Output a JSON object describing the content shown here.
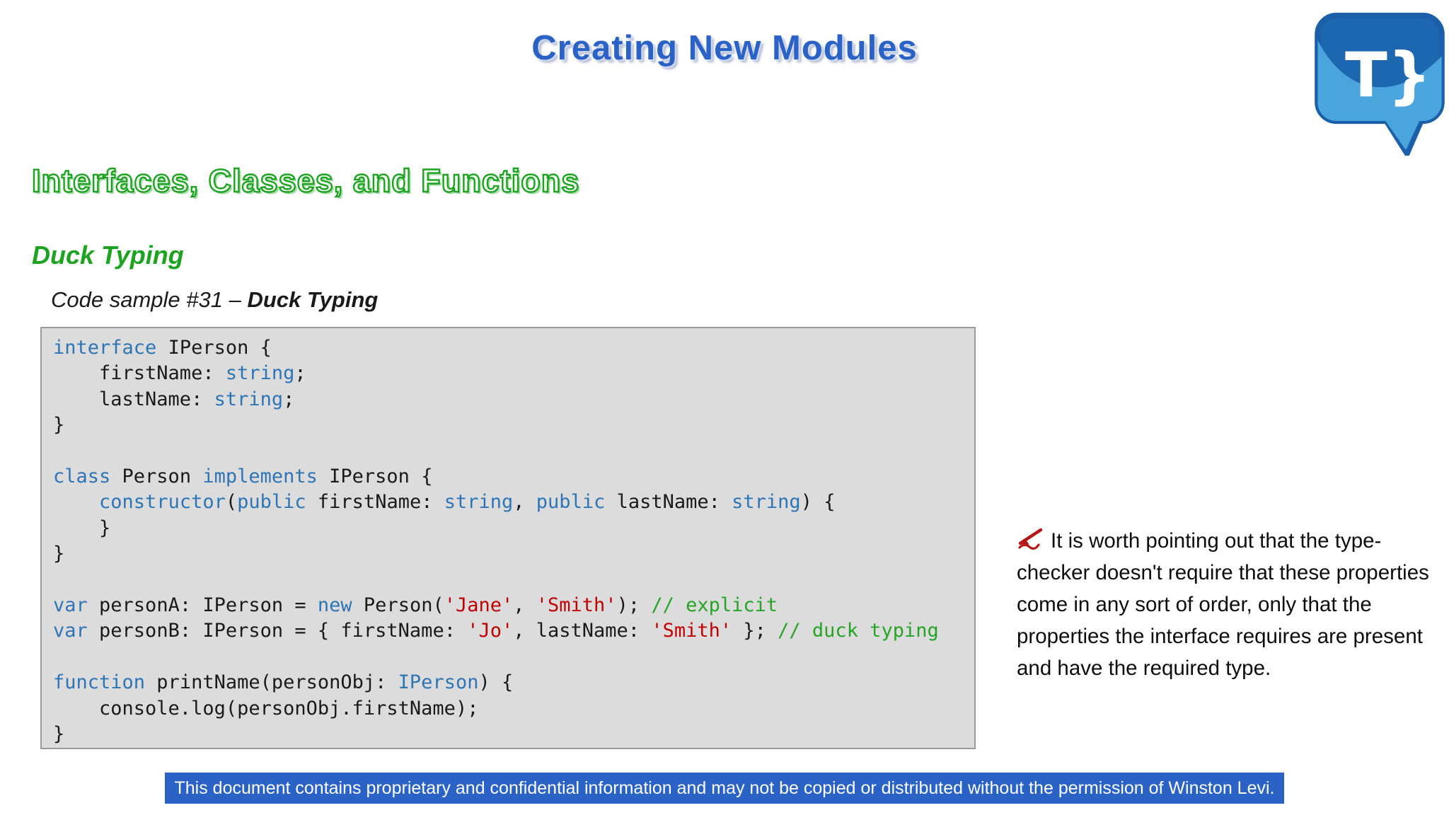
{
  "slide": {
    "title": "Creating New Modules",
    "section_heading": "Interfaces, Classes, and Functions",
    "subsection_heading": "Duck Typing",
    "code_sample_label_prefix": "Code sample #31 – ",
    "code_sample_label_name": "Duck Typing"
  },
  "logo": {
    "monogram": "T}"
  },
  "code": {
    "language": "typescript",
    "lines": [
      [
        {
          "s": "kw",
          "t": "interface"
        },
        {
          "t": " IPerson {"
        }
      ],
      [
        {
          "t": "    firstName: "
        },
        {
          "s": "kw",
          "t": "string"
        },
        {
          "t": ";"
        }
      ],
      [
        {
          "t": "    lastName: "
        },
        {
          "s": "kw",
          "t": "string"
        },
        {
          "t": ";"
        }
      ],
      [
        {
          "t": "}"
        }
      ],
      [],
      [
        {
          "s": "kw",
          "t": "class"
        },
        {
          "t": " Person "
        },
        {
          "s": "kw",
          "t": "implements"
        },
        {
          "t": " IPerson {"
        }
      ],
      [
        {
          "t": "    "
        },
        {
          "s": "kw",
          "t": "constructor"
        },
        {
          "t": "("
        },
        {
          "s": "kw",
          "t": "public"
        },
        {
          "t": " firstName: "
        },
        {
          "s": "kw",
          "t": "string"
        },
        {
          "t": ", "
        },
        {
          "s": "kw",
          "t": "public"
        },
        {
          "t": " lastName: "
        },
        {
          "s": "kw",
          "t": "string"
        },
        {
          "t": ") {"
        }
      ],
      [
        {
          "t": "    }"
        }
      ],
      [
        {
          "t": "}"
        }
      ],
      [],
      [
        {
          "s": "kw",
          "t": "var"
        },
        {
          "t": " personA: IPerson = "
        },
        {
          "s": "kw",
          "t": "new"
        },
        {
          "t": " Person("
        },
        {
          "s": "str",
          "t": "'Jane'"
        },
        {
          "t": ", "
        },
        {
          "s": "str",
          "t": "'Smith'"
        },
        {
          "t": "); "
        },
        {
          "s": "com",
          "t": "// explicit"
        }
      ],
      [
        {
          "s": "kw",
          "t": "var"
        },
        {
          "t": " personB: IPerson = { firstName: "
        },
        {
          "s": "str",
          "t": "'Jo'"
        },
        {
          "t": ", lastName: "
        },
        {
          "s": "str",
          "t": "'Smith'"
        },
        {
          "t": " }; "
        },
        {
          "s": "com",
          "t": "// duck typing"
        }
      ],
      [],
      [
        {
          "s": "kw",
          "t": "function"
        },
        {
          "t": " printName(personObj: "
        },
        {
          "s": "kw",
          "t": "IPerson"
        },
        {
          "t": ") {"
        }
      ],
      [
        {
          "t": "    console.log(personObj.firstName);"
        }
      ],
      [
        {
          "t": "}"
        }
      ]
    ]
  },
  "note": {
    "text": "It is worth pointing out that the type-checker doesn't require that these properties come in any sort of order, only that the properties the interface requires are present and have the required type."
  },
  "footer": {
    "text": "This document contains proprietary and confidential information and may not be copied or distributed without the permission of Winston Levi."
  },
  "colors": {
    "title_blue": "#2B62C6",
    "heading_green": "#1DA321",
    "code_keyword": "#2E75B6",
    "code_string": "#C00000",
    "code_comment": "#25A425",
    "code_bg": "#DCDCDC",
    "banner_bg": "#2A63C5"
  }
}
